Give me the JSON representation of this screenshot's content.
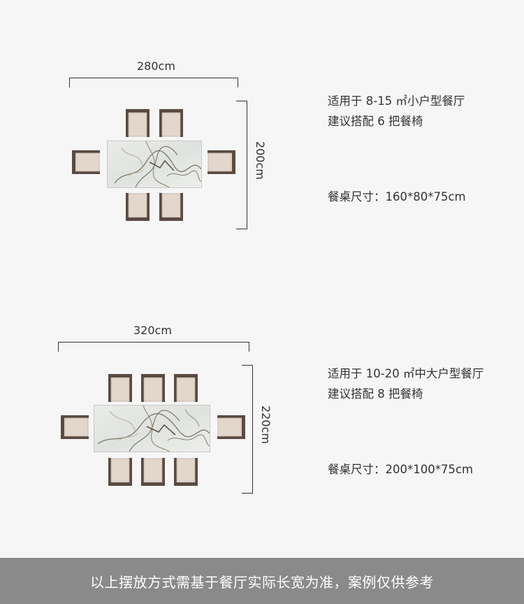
{
  "layout_small": {
    "width_label": "280cm",
    "depth_label": "200cm",
    "line1": "适用于 8-15 ㎡小户型餐厅",
    "line2": "建议搭配 6 把餐椅",
    "size": "餐桌尺寸：160*80*75cm"
  },
  "layout_large": {
    "width_label": "320cm",
    "depth_label": "220cm",
    "line1": "适用于 10-20 ㎡中大户型餐厅",
    "line2": "建议搭配 8 把餐椅",
    "size": "餐桌尺寸：200*100*75cm"
  },
  "footer_text": "以上摆放方式需基于餐厅实际长宽为准，案例仅供参考",
  "colors": {
    "background": "#f6f6f6",
    "chair_frame": "#5a4a42",
    "chair_cushion": "#e3d7cc",
    "footer": "#8a8a8a"
  }
}
